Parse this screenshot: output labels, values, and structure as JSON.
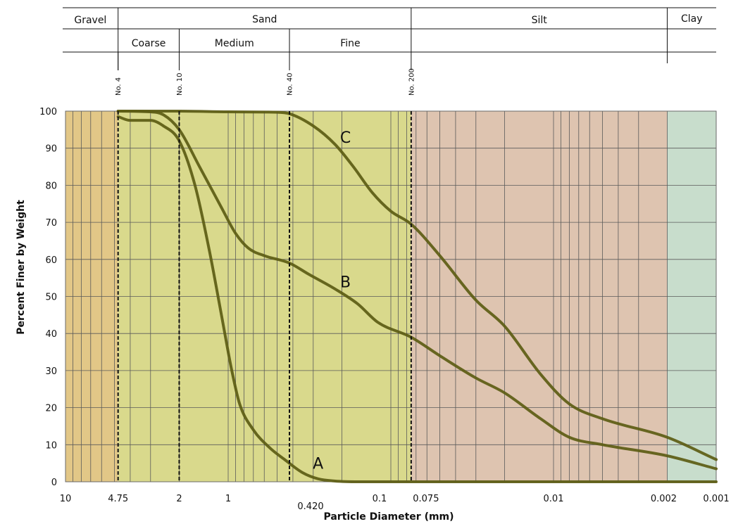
{
  "chart_data": {
    "type": "line",
    "x_scale": "log",
    "x_reversed": true,
    "xlim": [
      10,
      0.001
    ],
    "ylim": [
      0,
      100
    ],
    "xlabel": "Particle Diameter (mm)",
    "ylabel": "Percent Finer by Weight",
    "grid": true,
    "x_ticks": [
      {
        "value": 10,
        "label": "10"
      },
      {
        "value": 4.75,
        "label": "4.75"
      },
      {
        "value": 2,
        "label": "2"
      },
      {
        "value": 1,
        "label": "1"
      },
      {
        "value": 0.42,
        "label": "0.420"
      },
      {
        "value": 0.1,
        "label": "0.1"
      },
      {
        "value": 0.075,
        "label": "0.075"
      },
      {
        "value": 0.01,
        "label": "0.01"
      },
      {
        "value": 0.002,
        "label": "0.002"
      },
      {
        "value": 0.001,
        "label": "0.001"
      }
    ],
    "y_ticks": [
      {
        "value": 0,
        "label": "0"
      },
      {
        "value": 10,
        "label": "10"
      },
      {
        "value": 20,
        "label": "20"
      },
      {
        "value": 30,
        "label": "30"
      },
      {
        "value": 40,
        "label": "40"
      },
      {
        "value": 50,
        "label": "50"
      },
      {
        "value": 60,
        "label": "60"
      },
      {
        "value": 70,
        "label": "70"
      },
      {
        "value": 80,
        "label": "80"
      },
      {
        "value": 90,
        "label": "90"
      },
      {
        "value": 100,
        "label": "100"
      }
    ],
    "sieves": [
      {
        "label": "No. 4",
        "size": 4.75
      },
      {
        "label": "No. 10",
        "size": 2
      },
      {
        "label": "No. 40",
        "size": 0.42
      },
      {
        "label": "No. 200",
        "size": 0.075
      }
    ],
    "zones": [
      {
        "name": "Gravel",
        "from": 10,
        "to": 4.75,
        "color": "#e2c787"
      },
      {
        "name": "Sand",
        "from": 4.75,
        "to": 0.075,
        "color": "#d9d98c"
      },
      {
        "name": "Silt",
        "from": 0.075,
        "to": 0.002,
        "color": "#dec4b0"
      },
      {
        "name": "Clay",
        "from": 0.002,
        "to": 0.001,
        "color": "#c8ddcc"
      }
    ],
    "subzones": [
      {
        "name": "Coarse",
        "from": 4.75,
        "to": 2
      },
      {
        "name": "Medium",
        "from": 2,
        "to": 0.42
      },
      {
        "name": "Fine",
        "from": 0.42,
        "to": 0.075
      }
    ],
    "series": [
      {
        "name": "A",
        "color": "#5c5c14",
        "points": [
          [
            4.75,
            98.5
          ],
          [
            4.0,
            97.5
          ],
          [
            3.0,
            97.5
          ],
          [
            2.5,
            96
          ],
          [
            2.0,
            92
          ],
          [
            1.6,
            80
          ],
          [
            1.3,
            62
          ],
          [
            1.1,
            45
          ],
          [
            0.95,
            30
          ],
          [
            0.85,
            21
          ],
          [
            0.7,
            14
          ],
          [
            0.55,
            9
          ],
          [
            0.45,
            6
          ],
          [
            0.35,
            2.5
          ],
          [
            0.28,
            0.8
          ],
          [
            0.22,
            0.2
          ],
          [
            0.15,
            0
          ],
          [
            0.001,
            0
          ]
        ]
      },
      {
        "name": "B",
        "color": "#5c5c14",
        "points": [
          [
            4.75,
            100
          ],
          [
            3.0,
            99.8
          ],
          [
            2.5,
            99
          ],
          [
            2.0,
            95
          ],
          [
            1.5,
            85
          ],
          [
            1.1,
            74
          ],
          [
            0.9,
            67
          ],
          [
            0.75,
            63
          ],
          [
            0.6,
            61
          ],
          [
            0.42,
            59
          ],
          [
            0.32,
            56
          ],
          [
            0.22,
            52
          ],
          [
            0.16,
            48
          ],
          [
            0.12,
            43
          ],
          [
            0.075,
            39
          ],
          [
            0.05,
            34
          ],
          [
            0.03,
            28
          ],
          [
            0.02,
            24
          ],
          [
            0.012,
            17
          ],
          [
            0.008,
            12
          ],
          [
            0.005,
            10
          ],
          [
            0.002,
            7
          ],
          [
            0.001,
            3.5
          ]
        ]
      },
      {
        "name": "C",
        "color": "#5c5c14",
        "points": [
          [
            4.75,
            100
          ],
          [
            2.0,
            100
          ],
          [
            1.0,
            99.8
          ],
          [
            0.5,
            99.7
          ],
          [
            0.42,
            99.3
          ],
          [
            0.3,
            96
          ],
          [
            0.22,
            91
          ],
          [
            0.17,
            85
          ],
          [
            0.13,
            78
          ],
          [
            0.1,
            73
          ],
          [
            0.075,
            69.5
          ],
          [
            0.05,
            61
          ],
          [
            0.03,
            49
          ],
          [
            0.02,
            42
          ],
          [
            0.012,
            29
          ],
          [
            0.008,
            21
          ],
          [
            0.005,
            17
          ],
          [
            0.002,
            12
          ],
          [
            0.001,
            6
          ]
        ]
      }
    ],
    "curve_labels": [
      {
        "text": "A",
        "x": 0.28,
        "y": 5
      },
      {
        "text": "B",
        "x": 0.19,
        "y": 54
      },
      {
        "text": "C",
        "x": 0.19,
        "y": 93
      }
    ]
  }
}
